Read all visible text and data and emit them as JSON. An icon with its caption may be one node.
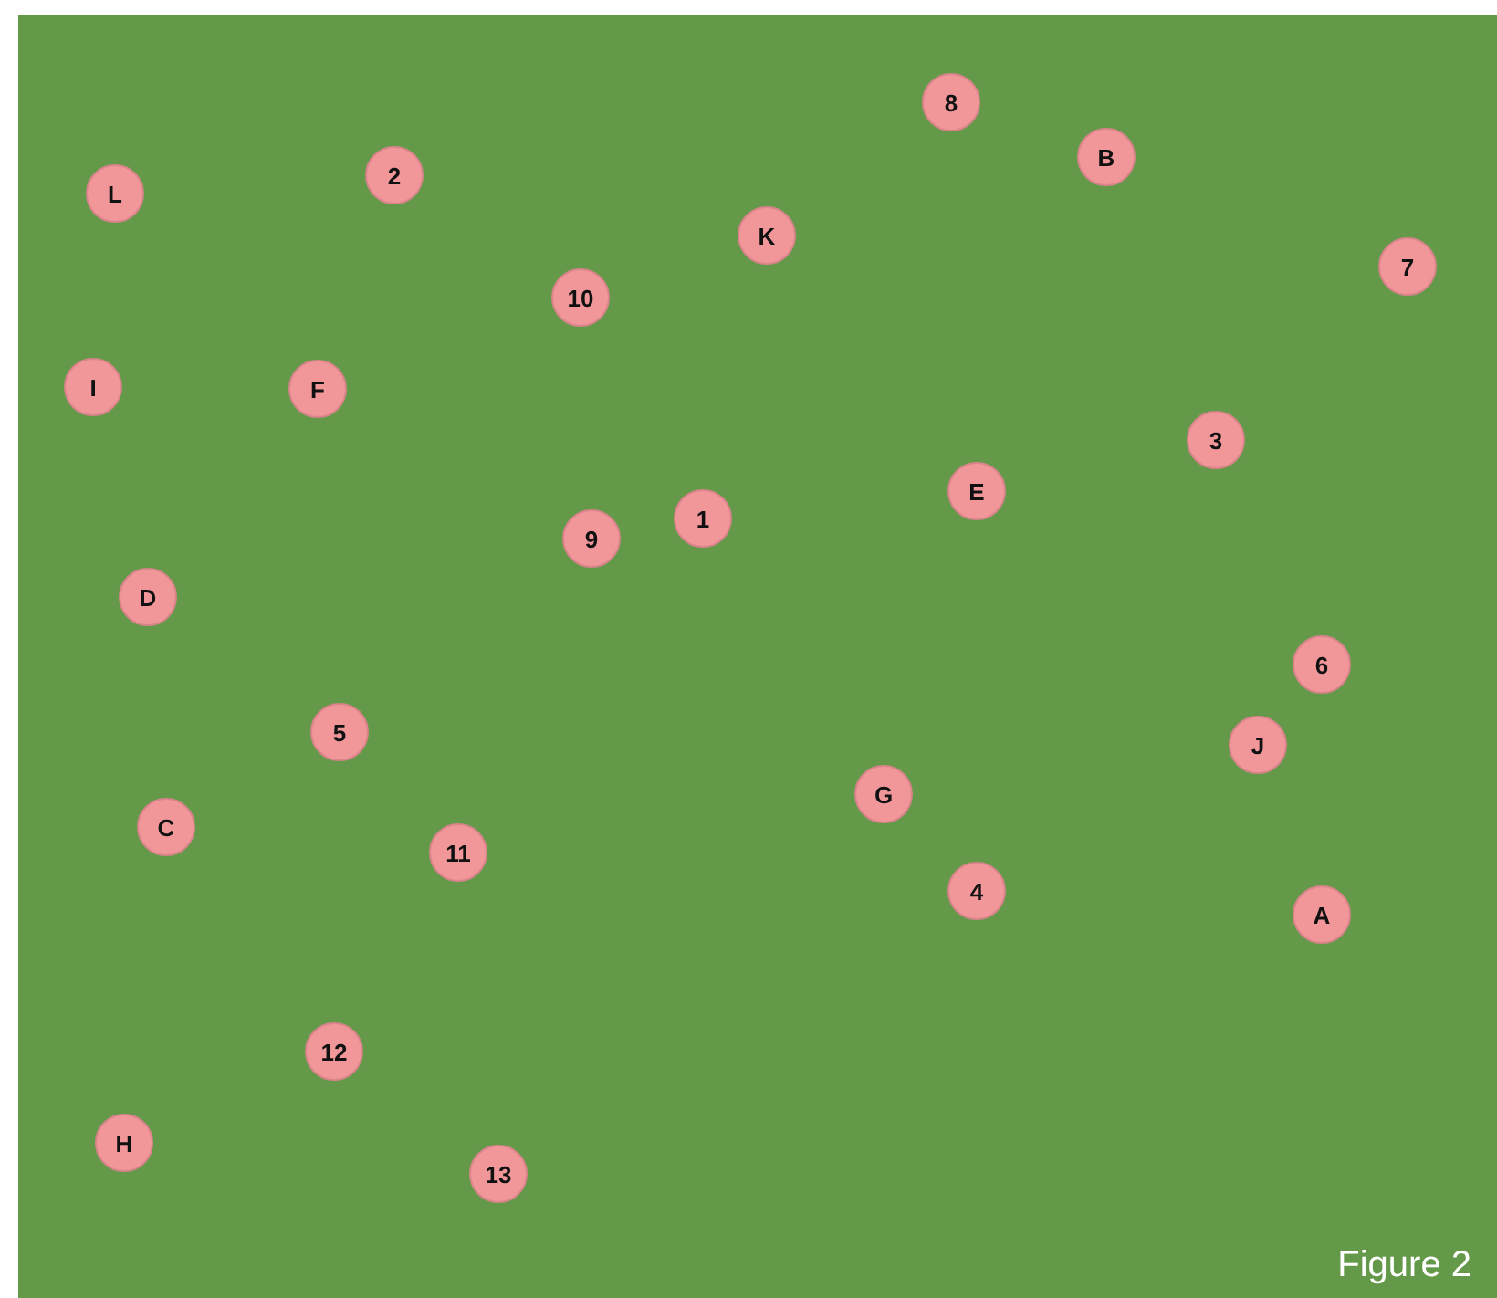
{
  "diagram": {
    "caption": "Figure 2",
    "nodes": [
      {
        "text": [
          "8"
        ]
      },
      {
        "text": [
          "B"
        ]
      },
      {
        "text": [
          "2"
        ]
      },
      {
        "text": [
          "L"
        ]
      },
      {
        "text": [
          "K"
        ]
      },
      {
        "text": [
          "7"
        ]
      },
      {
        "text": [
          "10"
        ]
      },
      {
        "text": [
          "I"
        ]
      },
      {
        "text": [
          "F"
        ]
      },
      {
        "text": [
          "3"
        ]
      },
      {
        "text": [
          "E"
        ]
      },
      {
        "text": [
          "1"
        ]
      },
      {
        "text": [
          "9"
        ]
      },
      {
        "text": [
          "D"
        ]
      },
      {
        "text": [
          "6"
        ]
      },
      {
        "text": [
          "5"
        ]
      },
      {
        "text": [
          "J"
        ]
      },
      {
        "text": [
          "G"
        ]
      },
      {
        "text": [
          "C"
        ]
      },
      {
        "text": [
          "11"
        ]
      },
      {
        "text": [
          "4"
        ]
      },
      {
        "text": [
          "A"
        ]
      },
      {
        "text": [
          "12"
        ]
      },
      {
        "text": [
          "H"
        ]
      },
      {
        "text": [
          "13"
        ]
      }
    ]
  }
}
